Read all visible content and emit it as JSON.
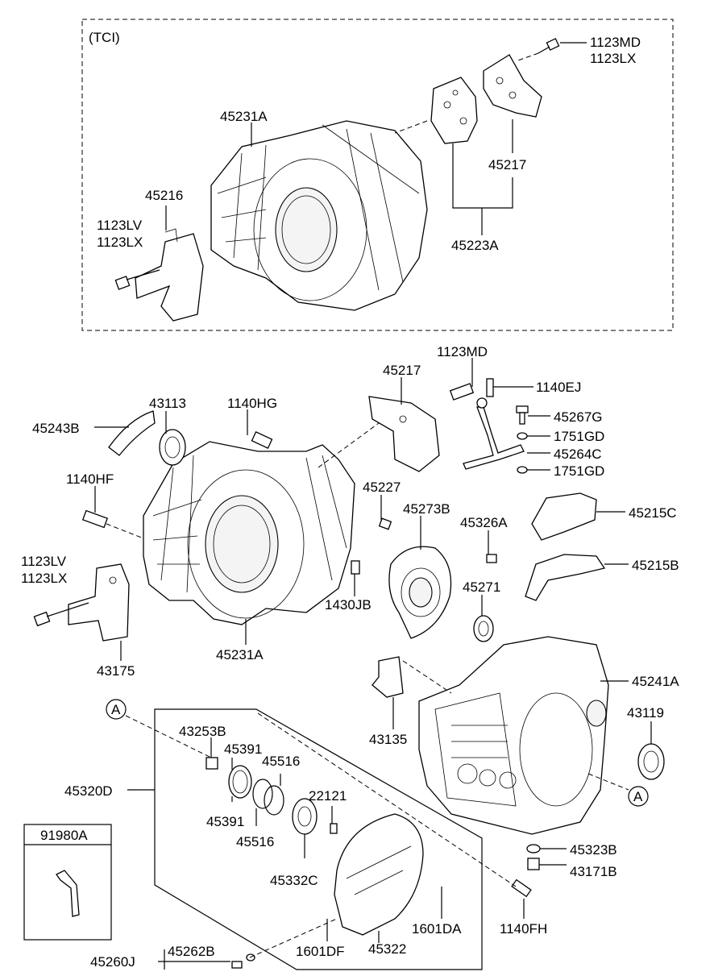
{
  "tci_label": "(TCI)",
  "callout_a": "A",
  "labels": {
    "tci_1123md": "1123MD",
    "tci_1123lx_top": "1123LX",
    "tci_45231a": "45231A",
    "tci_45216": "45216",
    "tci_1123lv": "1123LV",
    "tci_1123lx": "1123LX",
    "tci_45217": "45217",
    "tci_45223a": "45223A",
    "p1123md": "1123MD",
    "p45217": "45217",
    "p1140ej": "1140EJ",
    "p45267g": "45267G",
    "p1751gd_a": "1751GD",
    "p45264c": "45264C",
    "p1751gd_b": "1751GD",
    "p43113": "43113",
    "p1140hg": "1140HG",
    "p45243b": "45243B",
    "p1140hf": "1140HF",
    "p45227": "45227",
    "p45273b": "45273B",
    "p45215c": "45215C",
    "p45326a": "45326A",
    "p45215b": "45215B",
    "p1123lv": "1123LV",
    "p1123lx": "1123LX",
    "p1430jb": "1430JB",
    "p45271": "45271",
    "p45231a": "45231A",
    "p43175": "43175",
    "p45241a": "45241A",
    "p43135": "43135",
    "p43119": "43119",
    "p43253b": "43253B",
    "p45391_a": "45391",
    "p45516_a": "45516",
    "p45320d": "45320D",
    "p22121": "22121",
    "p45391_b": "45391",
    "p45516_b": "45516",
    "p45332c": "45332C",
    "p45323b": "45323B",
    "p43171b": "43171B",
    "p91980a": "91980A",
    "p1601da": "1601DA",
    "p1140fh": "1140FH",
    "p45322": "45322",
    "p1601df": "1601DF",
    "p45260j": "45260J",
    "p45262b": "45262B"
  }
}
